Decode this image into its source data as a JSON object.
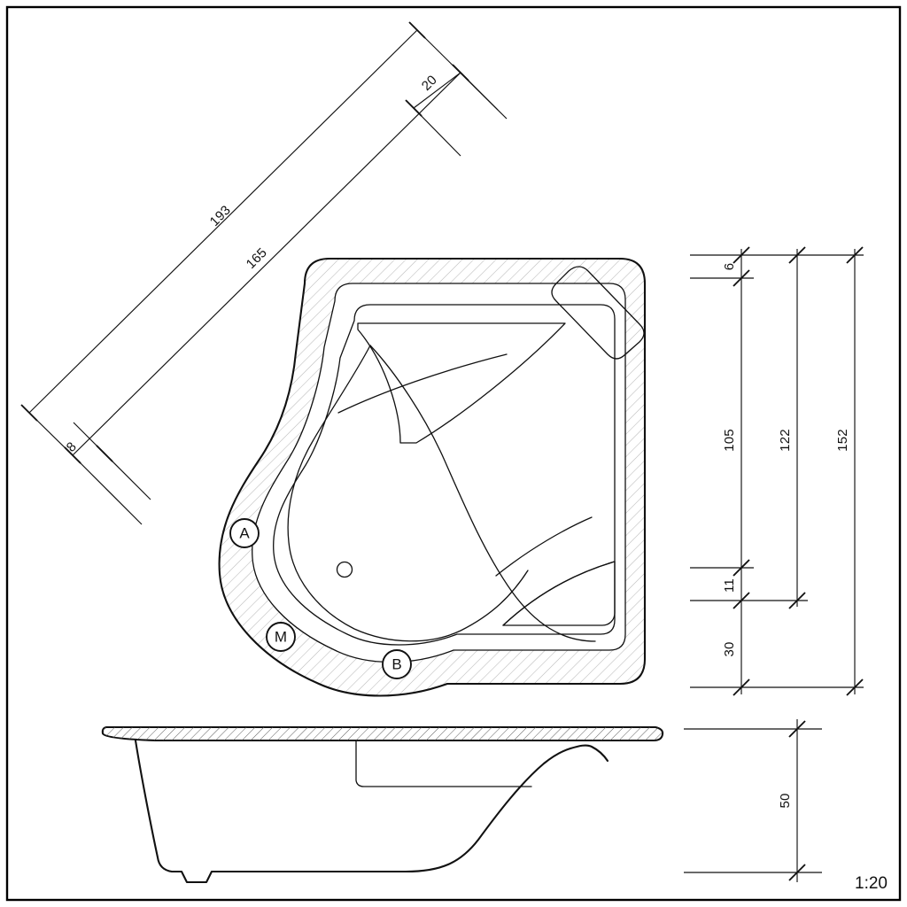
{
  "sheet": {
    "title": "Corner bathtub technical drawing",
    "scale_label": "1:20",
    "border": "drawing-frame"
  },
  "views": {
    "plan": {
      "name": "plan-view",
      "description": "Corner bathtub plan with hatched rim"
    },
    "elevation": {
      "name": "elevation-view",
      "description": "Bathtub side section with hatched rim"
    }
  },
  "dimensions": {
    "diagonal": [
      {
        "id": "dim-193",
        "label": "193",
        "rotation": -45
      },
      {
        "id": "dim-165",
        "label": "165",
        "rotation": -45
      },
      {
        "id": "dim-20",
        "label": "20",
        "rotation": -45
      },
      {
        "id": "dim-8",
        "label": "8",
        "rotation": -45
      }
    ],
    "vertical_right": [
      {
        "id": "dim-6",
        "label": "6",
        "rotation": -90
      },
      {
        "id": "dim-105",
        "label": "105",
        "rotation": -90
      },
      {
        "id": "dim-11",
        "label": "11",
        "rotation": -90
      },
      {
        "id": "dim-30",
        "label": "30",
        "rotation": -90
      },
      {
        "id": "dim-122",
        "label": "122",
        "rotation": -90
      },
      {
        "id": "dim-152",
        "label": "152",
        "rotation": -90
      }
    ],
    "elevation_right": [
      {
        "id": "dim-50",
        "label": "50",
        "rotation": -90
      }
    ]
  },
  "callouts": [
    {
      "id": "callout-a",
      "label": "A"
    },
    {
      "id": "callout-m",
      "label": "M"
    },
    {
      "id": "callout-b",
      "label": "B"
    }
  ],
  "colors": {
    "line": "#111111",
    "hatch": "#b9b9b9",
    "background": "#ffffff",
    "frame": "#000000"
  }
}
